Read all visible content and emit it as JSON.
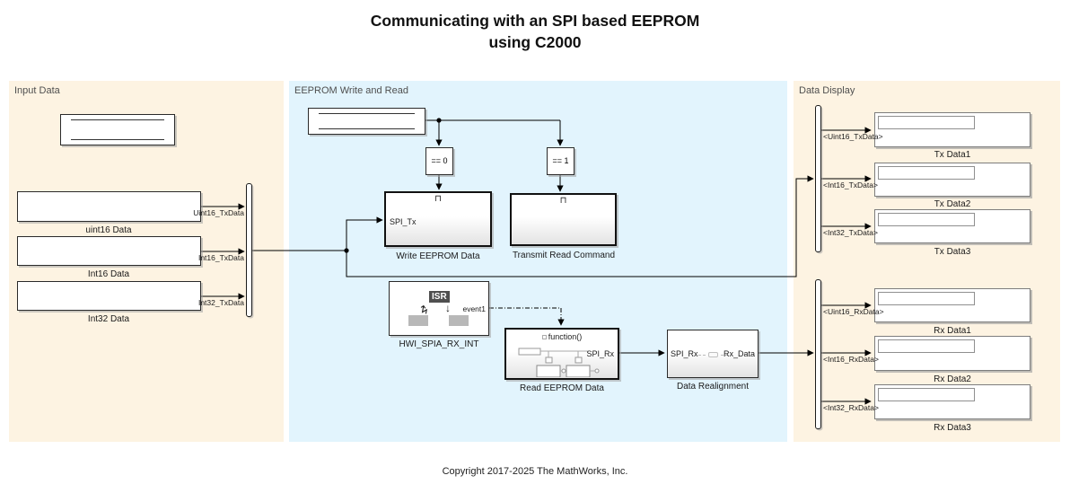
{
  "title": {
    "line1": "Communicating with an SPI based EEPROM",
    "line2": "using C2000"
  },
  "copyright": "Copyright 2017-2025 The MathWorks, Inc.",
  "colors": {
    "input_bg": "#fdf3e2",
    "eeprom_bg": "#e2f4fd",
    "display_bg": "#fdf3e2"
  },
  "sections": {
    "input_data": {
      "label": "Input Data"
    },
    "eeprom": {
      "label": "EEPROM Write and Read"
    },
    "data_display": {
      "label": "Data Display"
    }
  },
  "input_data": {
    "sources": [
      {
        "label": "uint16 Data",
        "signal": "Uint16_TxData"
      },
      {
        "label": "Int16 Data",
        "signal": "Int16_TxData"
      },
      {
        "label": "Int32 Data",
        "signal": "Int32_TxData"
      }
    ]
  },
  "eeprom": {
    "compare_zero": "== 0",
    "compare_one": "== 1",
    "trigger_glyph": "⊓",
    "write_block": {
      "port_in": "SPI_Tx",
      "label": "Write EEPROM Data"
    },
    "transmit_block": {
      "label": "Transmit Read Command"
    },
    "isr_block": {
      "badge": "ISR",
      "zigzag_glyph": "↯",
      "down_glyph": "↓",
      "port_out": "event1",
      "label": "HWI_SPIA_RX_INT"
    },
    "read_block": {
      "fcn": "function()",
      "port_out": "SPI_Rx",
      "label": "Read EEPROM Data"
    },
    "realign_block": {
      "port_in": "SPI_Rx",
      "port_out": "Rx_Data",
      "label": "Data Realignment"
    }
  },
  "data_display": {
    "tx": [
      {
        "signal": "<Uint16_TxData>",
        "label": "Tx Data1"
      },
      {
        "signal": "<Int16_TxData>",
        "label": "Tx Data2"
      },
      {
        "signal": "<Int32_TxData>",
        "label": "Tx Data3"
      }
    ],
    "rx": [
      {
        "signal": "<Uint16_RxData>",
        "label": "Rx Data1"
      },
      {
        "signal": "<Int16_RxData>",
        "label": "Rx Data2"
      },
      {
        "signal": "<Int32_RxData>",
        "label": "Rx Data3"
      }
    ]
  }
}
